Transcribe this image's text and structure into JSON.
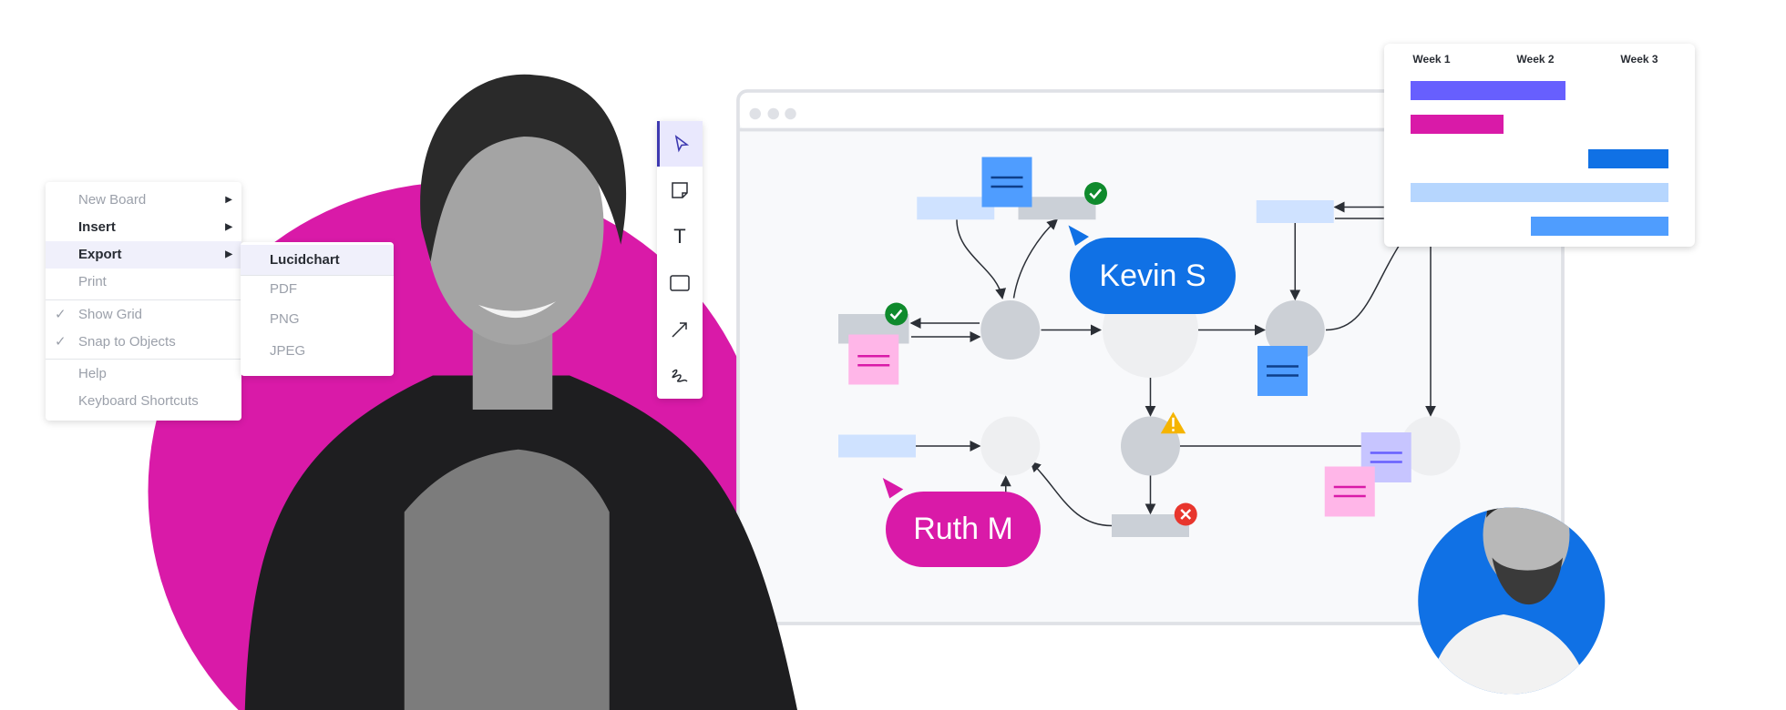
{
  "menu": {
    "items": [
      {
        "label": "New Board",
        "submenu": true,
        "style": "disabled"
      },
      {
        "label": "Insert",
        "submenu": true,
        "style": "bold"
      },
      {
        "label": "Export",
        "submenu": true,
        "style": "bold-highlight"
      },
      {
        "label": "Print",
        "style": "disabled"
      },
      {
        "label": "Show Grid",
        "checked": true,
        "style": "disabled"
      },
      {
        "label": "Snap to Objects",
        "checked": true,
        "style": "disabled"
      },
      {
        "label": "Help",
        "style": "disabled"
      },
      {
        "label": "Keyboard Shortcuts",
        "style": "disabled"
      }
    ],
    "submenu_glyph": "▶",
    "check_glyph": "✓"
  },
  "export_submenu": {
    "items": [
      {
        "label": "Lucidchart",
        "style": "bold-highlight"
      },
      {
        "label": "PDF"
      },
      {
        "label": "PNG"
      },
      {
        "label": "JPEG"
      }
    ]
  },
  "toolbar": {
    "tools": [
      "select-arrow-icon",
      "sticky-note-icon",
      "text-icon",
      "rectangle-icon",
      "line-arrow-icon",
      "freehand-draw-icon"
    ],
    "text_tool_glyph": "T"
  },
  "collaborators": [
    {
      "name": "Kevin S",
      "color": "#1071e5"
    },
    {
      "name": "Ruth M",
      "color": "#d91aa8"
    }
  ],
  "chart_data": {
    "type": "gantt",
    "tick_labels": [
      "Week 1",
      "Week 2",
      "Week 3"
    ],
    "x_range": [
      0,
      3
    ],
    "bars": [
      {
        "start": 0,
        "end": 1.8,
        "color": "#675ffe"
      },
      {
        "start": 0,
        "end": 1.08,
        "color": "#d91aa8"
      },
      {
        "start": 2.07,
        "end": 3,
        "color": "#1071e5"
      },
      {
        "start": 0,
        "end": 3,
        "color": "#b6d6fe"
      },
      {
        "start": 1.4,
        "end": 3,
        "color": "#4f9dfe"
      }
    ]
  },
  "colors": {
    "magenta": "#d91aa8",
    "blue": "#1071e5",
    "canvas": "#f8f9fb"
  }
}
